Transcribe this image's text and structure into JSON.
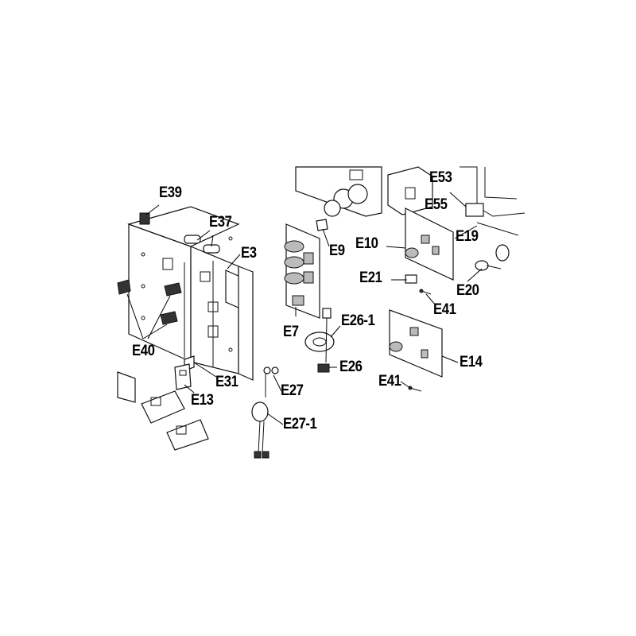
{
  "labels": {
    "e39": "E39",
    "e37": "E37",
    "e3": "E3",
    "e40": "E40",
    "e31": "E31",
    "e13": "E13",
    "e9": "E9",
    "e7": "E7",
    "e26_1": "E26-1",
    "e26": "E26",
    "e27": "E27",
    "e27_1": "E27-1",
    "e53": "E53",
    "e55": "E55",
    "e10": "E10",
    "e19": "E19",
    "e21": "E21",
    "e20": "E20",
    "e41_a": "E41",
    "e14": "E14",
    "e41_b": "E41"
  }
}
